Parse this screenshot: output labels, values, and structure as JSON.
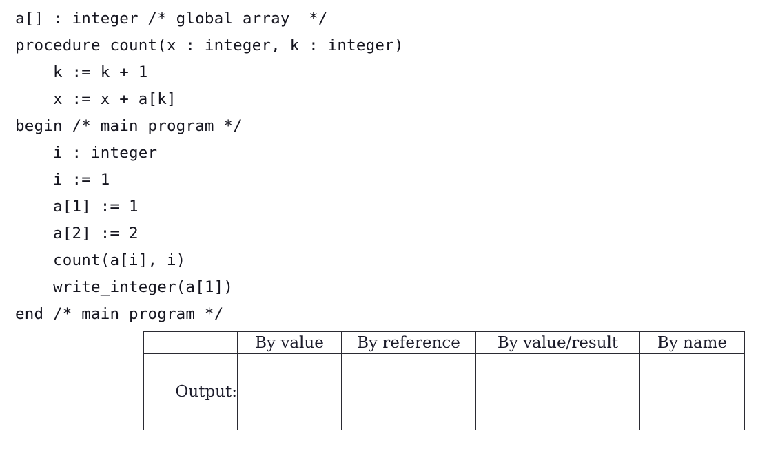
{
  "code": {
    "language": "pseudocode",
    "lines": [
      "a[] : integer /* global array  */",
      "procedure count(x : integer, k : integer)",
      "    k := k + 1",
      "    x := x + a[k]",
      "begin /* main program */",
      "    i : integer",
      "    i := 1",
      "    a[1] := 1",
      "    a[2] := 2",
      "    count(a[i], i)",
      "    write_integer(a[1])",
      "end /* main program */"
    ]
  },
  "table": {
    "corner_label": "",
    "headers": [
      "By value",
      "By reference",
      "By value/result",
      "By name"
    ],
    "rows": [
      {
        "label": "Output:",
        "cells": [
          "",
          "",
          "",
          ""
        ]
      }
    ]
  },
  "colors": {
    "page_background": "#ffffff",
    "text": "#15151f",
    "rule": "#2b2b33"
  }
}
